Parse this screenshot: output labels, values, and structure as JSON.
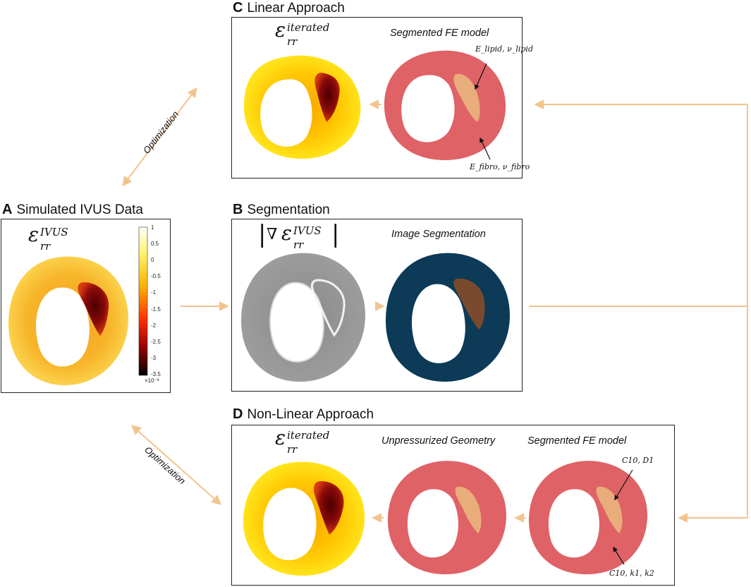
{
  "panels": {
    "a": {
      "letter": "A",
      "title": "Simulated IVUS Data",
      "eps_sup": "IVUS",
      "eps_sub": "rr"
    },
    "b": {
      "letter": "B",
      "title": "Segmentation",
      "grad_sup": "IVUS",
      "grad_sub": "rr",
      "image_label": "Image Segmentation"
    },
    "c": {
      "letter": "C",
      "title": "Linear Approach",
      "eps_sup": "iterated",
      "eps_sub": "rr",
      "model_label": "Segmented FE model",
      "lipid_param": "E_lipid, ν_lipid",
      "fibro_param": "E_fibro, ν_fibro"
    },
    "d": {
      "letter": "D",
      "title": "Non-Linear Approach",
      "eps_sup": "iterated",
      "eps_sub": "rr",
      "unpressurized_label": "Unpressurized Geometry",
      "model_label": "Segmented FE model",
      "lipid_param": "C10, D1",
      "fibro_param": "C10, k1, k2"
    }
  },
  "colorbar": {
    "ticks": [
      "1",
      "0.5",
      "0",
      "-0.5",
      "-1",
      "-1.5",
      "-2",
      "-2.5",
      "-3",
      "-3.5"
    ],
    "multiplier": "×10⁻³"
  },
  "arrows": {
    "optimization_top": "Optimization",
    "optimization_bottom": "Optimization"
  },
  "colors": {
    "arrow": "#f2c48d",
    "fe_model": "#df6266",
    "lipid": "#e8ad7a",
    "segmentation_bg": "#0c3a57",
    "segmentation_lipid": "#7a4a2e"
  }
}
